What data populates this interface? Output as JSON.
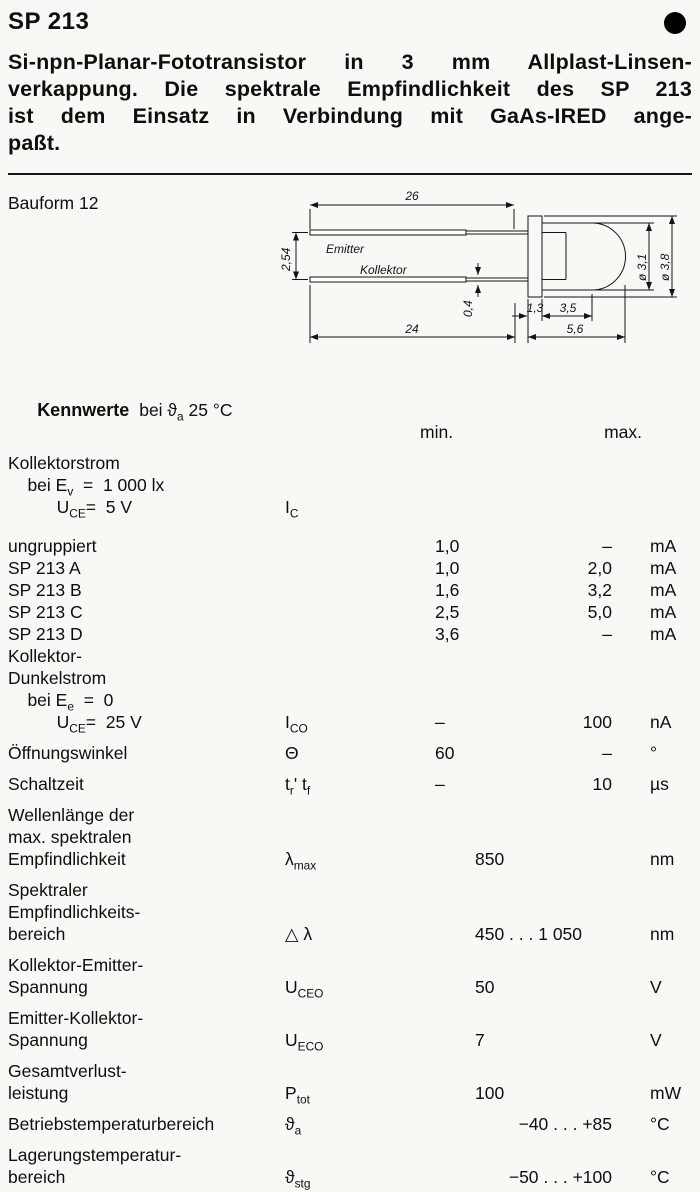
{
  "header": {
    "title": "SP 213",
    "description_lines": [
      "Si-npn-Planar-Fototransistor in 3 mm Allplast-Linsen-",
      "verkappung. Die spektrale Empfindlichkeit des SP 213",
      "ist dem Einsatz in Verbindung mit GaAs-IRED ange-",
      "paßt."
    ]
  },
  "drawing": {
    "label": "Bauform 12",
    "emitter": "Emitter",
    "kollektor": "Kollektor",
    "dims": {
      "length_top": "26",
      "length_bottom": "24",
      "lead_pitch": "2,54",
      "lead_thickness": "0,4",
      "flange_width": "1,3",
      "body_length": "3,5",
      "total_length": "5,6",
      "dia_body": "ø 3,1",
      "dia_flange": "ø 3,8"
    }
  },
  "table": {
    "heading": "Kennwerte",
    "heading_cond": "bei ϑ_a 25 °C",
    "col_min": "min.",
    "col_max": "max.",
    "rows": [
      {
        "label": "Kollektorstrom\n    bei E_v  =  1 000 lx\n          U_CE=  5 V",
        "symbol": "I_C"
      },
      {
        "label": "ungruppiert",
        "min": "1,0",
        "max": "–",
        "unit": "mA",
        "spacing": "large"
      },
      {
        "label": "SP 213 A",
        "min": "1,0",
        "max": "2,0",
        "unit": "mA",
        "spacing": "none"
      },
      {
        "label": "SP 213 B",
        "min": "1,6",
        "max": "3,2",
        "unit": "mA",
        "spacing": "none"
      },
      {
        "label": "SP 213 C",
        "min": "2,5",
        "max": "5,0",
        "unit": "mA",
        "spacing": "none"
      },
      {
        "label": "SP 213 D",
        "min": "3,6",
        "max": "–",
        "unit": "mA",
        "spacing": "none"
      },
      {
        "label": "Kollektor-\nDunkelstrom\n    bei E_e  =  0\n          U_CE=  25 V",
        "symbol": "I_CO",
        "min": "–",
        "max": "100",
        "unit": "nA",
        "spacing": "none"
      },
      {
        "label": "Öffnungswinkel",
        "symbol": "Θ",
        "min": "60",
        "max": "–",
        "unit": "°"
      },
      {
        "label": "Schaltzeit",
        "symbol": "t_r' t_f",
        "min": "–",
        "max": "10",
        "unit": "µs"
      },
      {
        "label": "Wellenlänge der\nmax. spektralen\nEmpfindlichkeit",
        "symbol": "λ_max",
        "min": "850",
        "unit": "nm"
      },
      {
        "label": "Spektraler\nEmpfindlichkeits-\nbereich",
        "symbol": "△ λ",
        "min": "450 . . . 1 050",
        "unit": "nm"
      },
      {
        "label": "Kollektor-Emitter-\nSpannung",
        "symbol": "U_CEO",
        "min": "50",
        "unit": "V"
      },
      {
        "label": "Emitter-Kollektor-\nSpannung",
        "symbol": "U_ECO",
        "min": "7",
        "unit": "V"
      },
      {
        "label": "Gesamtverlust-\nleistung",
        "symbol": "P_tot",
        "min": "100",
        "unit": "mW"
      },
      {
        "label": "Betriebstemperaturbereich",
        "symbol": "ϑ_a",
        "max": "−40 . . . +85",
        "unit": "°C"
      },
      {
        "label": "Lagerungstemperatur-\nbereich",
        "symbol": "ϑ_stg",
        "max": "−50 . . . +100",
        "unit": "°C"
      }
    ]
  }
}
